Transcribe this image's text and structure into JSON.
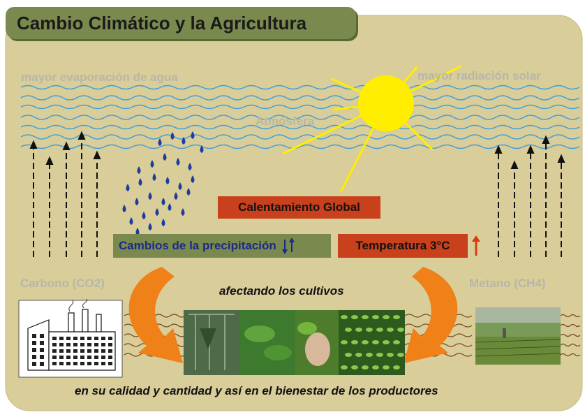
{
  "title": "Cambio Climático y la Agricultura",
  "labels": {
    "evaporation": "mayor evaporación de agua",
    "radiation": "mayor radiación solar",
    "atmosphere": "Atmósfera",
    "carbon": "Carbono (CO2)",
    "methane": "Metano (CH4)"
  },
  "boxes": {
    "global_warming": "Calentamiento Global",
    "precipitation": "Cambios de la precipitación",
    "temperature": "Temperatura 3°C"
  },
  "captions": {
    "crops": "afectando los cultivos",
    "bottom": "en su calidad y cantidad y así en el bienestar de los productores"
  },
  "colors": {
    "panel": "#d9cd9a",
    "title_tab": "#7a8a4e",
    "waves": "#3ea0d8",
    "sun": "#ffee00",
    "box_red": "#c8401c",
    "box_green": "#7a8a4e",
    "arrow_orange": "#f08018",
    "raindrop": "#1e3c9a"
  },
  "icons": [
    "sun-icon",
    "raindrop-icon",
    "factory-icon",
    "crop-photo",
    "field-photo"
  ]
}
